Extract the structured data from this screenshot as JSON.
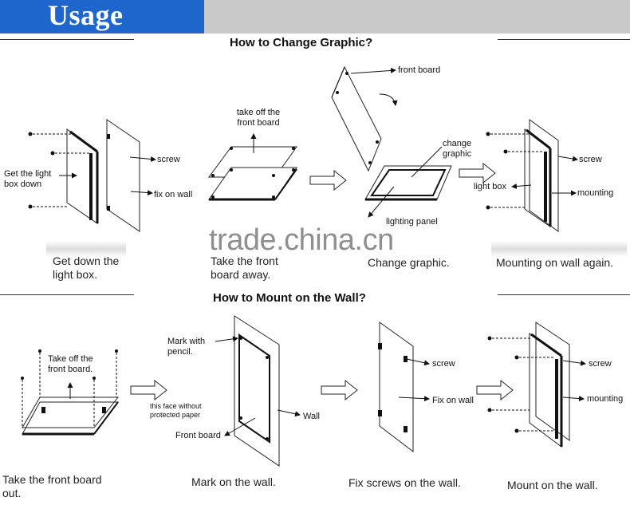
{
  "header": {
    "title": "Usage"
  },
  "section1": {
    "title": "How to Change Graphic?",
    "labels": {
      "get_down": "Get the light box down",
      "screw": "screw",
      "fix_on_wall": "fix on wall",
      "take_off": "take off the front board",
      "front_board": "front board",
      "change_graphic": "change graphic",
      "lighting_panel": "lighting panel",
      "screw2": "screw",
      "light_box": "light box",
      "mounting": "mounting"
    },
    "captions": {
      "step1": "Get down the light box.",
      "step2": "Take the front board away.",
      "step3": "Change graphic.",
      "step4": "Mounting on wall again."
    }
  },
  "watermark": "trade.china.cn",
  "section2": {
    "title": "How to Mount on the Wall?",
    "labels": {
      "take_off": "Take off the front board.",
      "mark_pencil": "Mark with pencil.",
      "this_face": "this face without protected paper",
      "front_board": "Front board",
      "wall": "Wall",
      "screw": "screw",
      "fix_on_wall": "Fix on wall",
      "screw2": "screw",
      "mounting": "mounting"
    },
    "captions": {
      "step1": "Take the front board out.",
      "step2": "Mark on the wall.",
      "step3": "Fix screws on the wall.",
      "step4": "Mount on the wall."
    }
  },
  "colors": {
    "banner_blue": "#1e66cc",
    "banner_gray": "#c9c9c9"
  }
}
